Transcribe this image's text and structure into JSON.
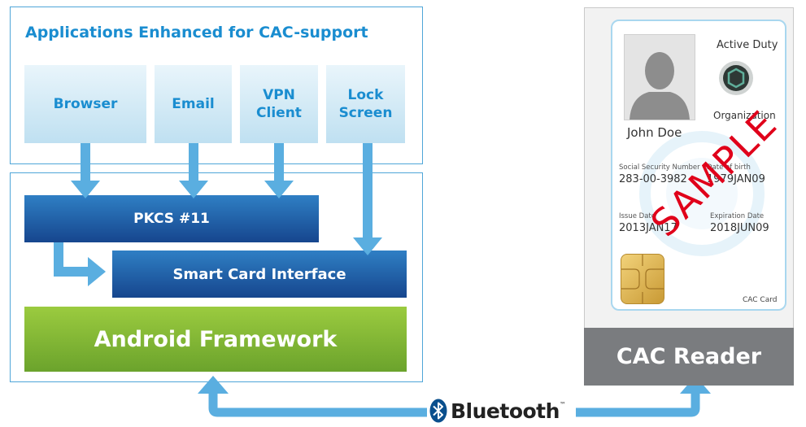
{
  "apps_panel": {
    "title": "Applications Enhanced for CAC-support",
    "apps": [
      {
        "label": "Browser"
      },
      {
        "label": "Email"
      },
      {
        "label": "VPN\nClient"
      },
      {
        "label": "Lock\nScreen"
      }
    ]
  },
  "stack": {
    "pkcs": "PKCS #11",
    "smart_card": "Smart Card Interface",
    "android": "Android Framework"
  },
  "card": {
    "status": "Active Duty",
    "organization": "Organization",
    "name": "John Doe",
    "ssn_label": "Social Security Number",
    "ssn_value": "283-00-3982",
    "dob_label": "Date of birth",
    "dob_value": "1979JAN09",
    "issue_label": "Issue Date",
    "issue_value": "2013JAN17",
    "expiration_label": "Expiration Date",
    "expiration_value": "2018JUN09",
    "card_type": "CAC Card",
    "watermark": "SAMPLE"
  },
  "reader": {
    "label": "CAC Reader"
  },
  "connection": {
    "label": "Bluetooth",
    "mark": "™",
    "icon": "bluetooth-icon"
  },
  "colors": {
    "panel_border": "#4fa6d8",
    "app_text": "#1a8dd0",
    "stack_blue": "#1f5ea8",
    "android_green": "#7db535",
    "arrow": "#5aaee0",
    "watermark": "#e0001a",
    "reader_gray": "#7a7c7f"
  }
}
